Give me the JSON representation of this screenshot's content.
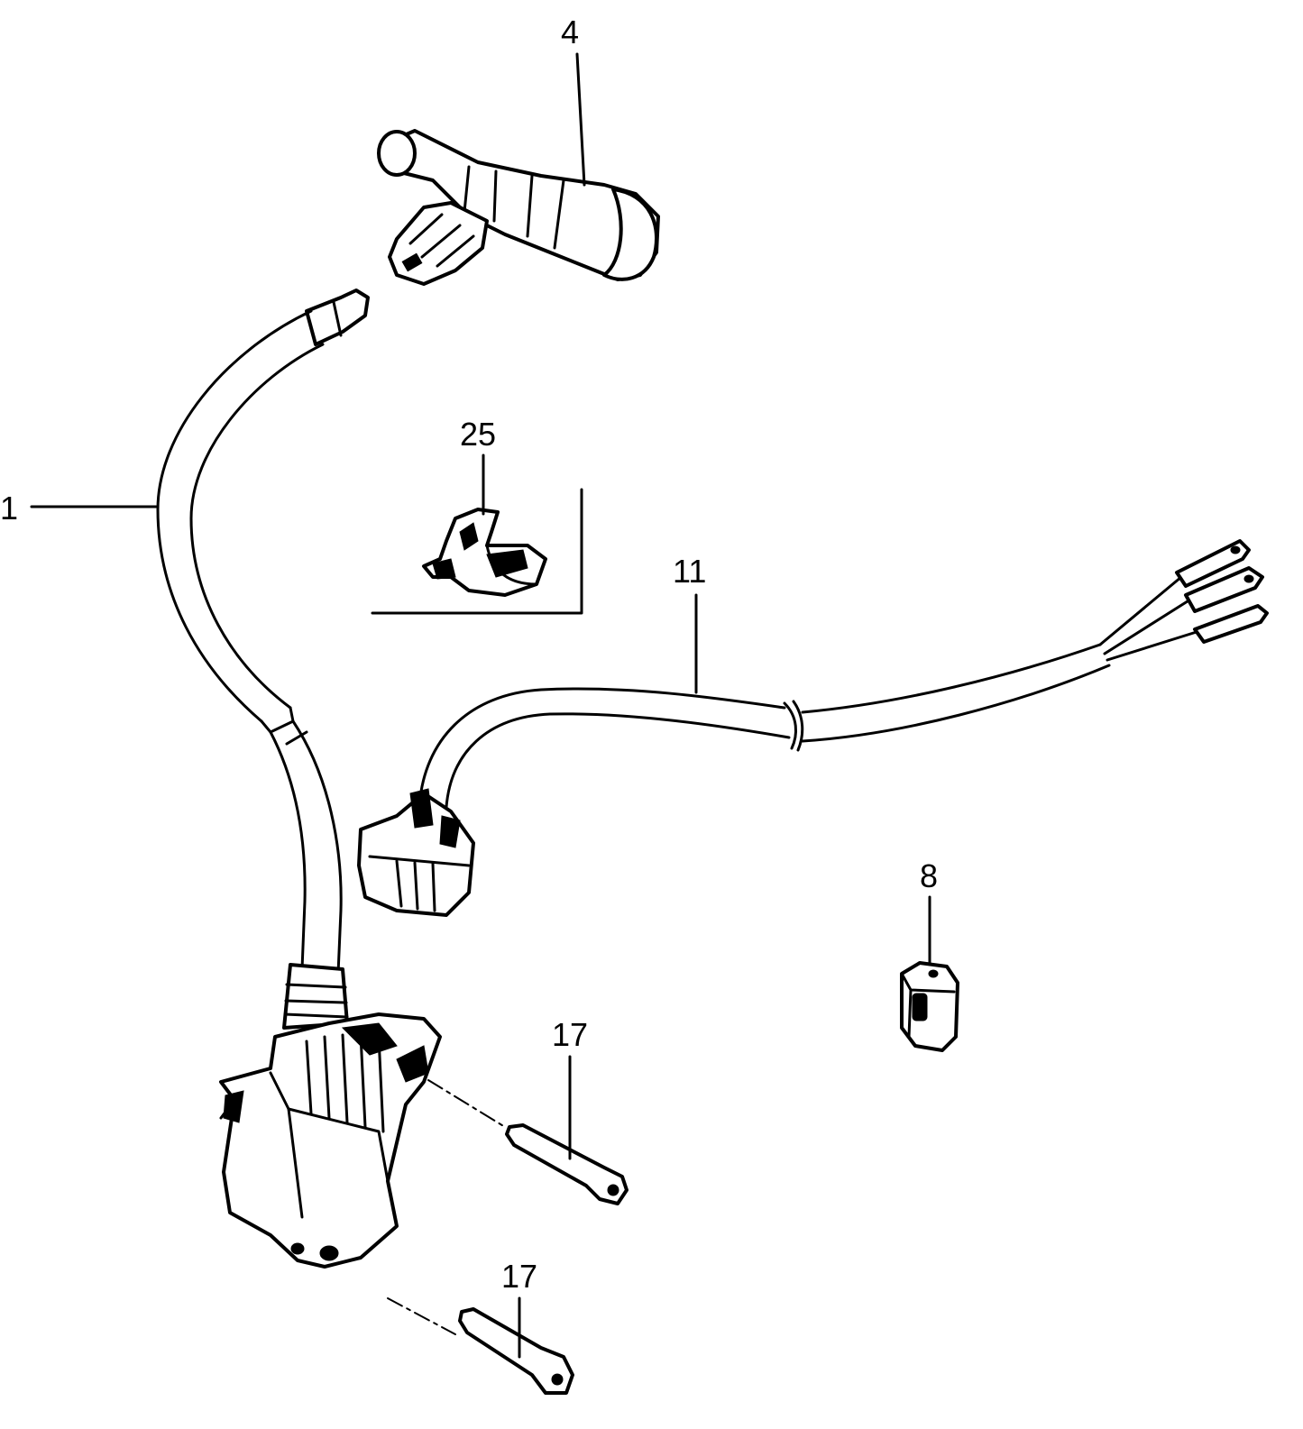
{
  "diagram": {
    "callouts": [
      {
        "label": "4"
      },
      {
        "label": "1"
      },
      {
        "label": "25"
      },
      {
        "label": "11"
      },
      {
        "label": "8"
      },
      {
        "label": "17"
      },
      {
        "label": "17"
      }
    ]
  }
}
